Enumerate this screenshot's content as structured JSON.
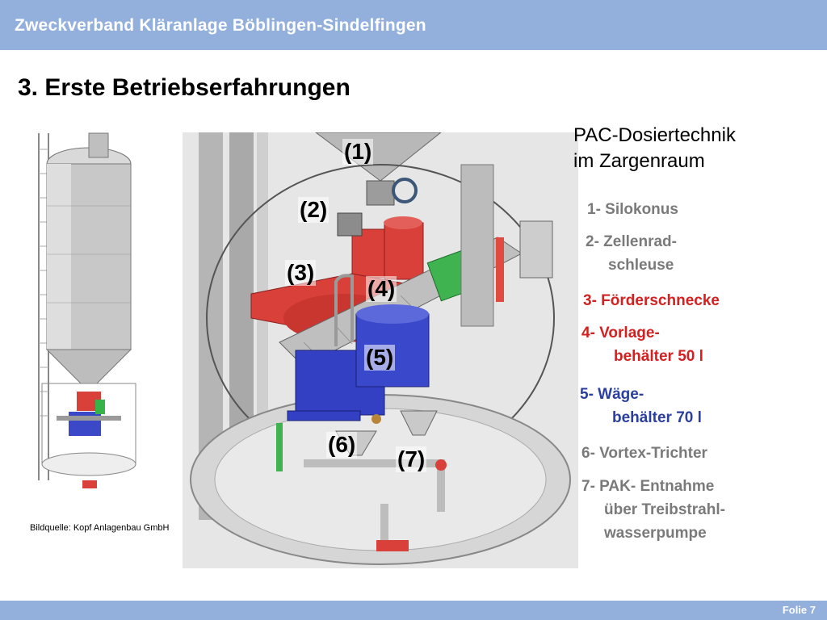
{
  "header": {
    "organization": "Zweckverband Kläranlage Böblingen-Sindelfingen"
  },
  "slide": {
    "title": "3. Erste Betriebserfahrungen"
  },
  "image": {
    "caption": "Bildquelle: Kopf Anlagenbau GmbH",
    "callouts": [
      "(1)",
      "(2)",
      "(3)",
      "(4)",
      "(5)",
      "(6)",
      "(7)"
    ]
  },
  "side_panel": {
    "title_line1": "PAC-Dosiertechnik",
    "title_line2": "im Zargenraum",
    "items": [
      {
        "line1": "1- Silokonus",
        "line2": "",
        "color": "#7a7a7a"
      },
      {
        "line1": "2- Zellenrad-",
        "line2": "schleuse",
        "color": "#7a7a7a"
      },
      {
        "line1": "3- Förderschnecke",
        "line2": "",
        "color": "#d42020"
      },
      {
        "line1": "4- Vorlage-",
        "line2": "behälter 50 l",
        "color": "#d42020"
      },
      {
        "line1": "5- Wäge-",
        "line2": "behälter 70 l",
        "color": "#2a3f9e"
      },
      {
        "line1": "6- Vortex-Trichter",
        "line2": "",
        "color": "#7a7a7a"
      },
      {
        "line1": "7- PAK- Entnahme",
        "line2": "über Treibstrahl-",
        "line3": "wasserpumpe",
        "color": "#7a7a7a"
      }
    ]
  },
  "footer": {
    "slide_number": "Folie 7"
  },
  "colors": {
    "header_bar": "#93b0dc",
    "red": "#d42020",
    "blue": "#2a3f9e",
    "gray": "#7a7a7a"
  }
}
